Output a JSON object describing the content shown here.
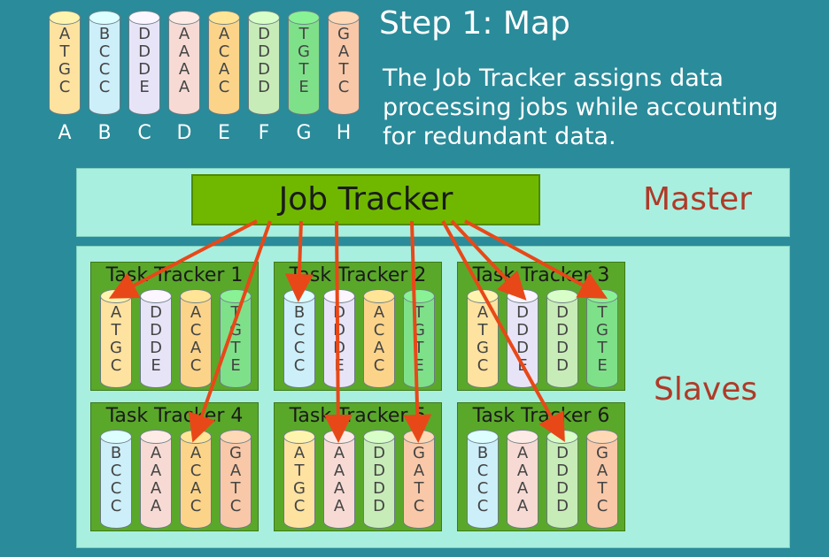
{
  "colors": {
    "background": "#2a8b9a",
    "panel": "#a8efe0",
    "tracker_green": "#70b800",
    "arrow": "#e84818",
    "label_red": "#b03a28"
  },
  "block_colors": {
    "A": "#fde2a0",
    "B": "#cdeffa",
    "C": "#e8e4f8",
    "D": "#f7dad4",
    "E": "#fbd48a",
    "F": "#c8ecb8",
    "G": "#7fe08a",
    "H": "#f8c8a8"
  },
  "title": "Step 1: Map",
  "description_lines": [
    "The Job Tracker assigns data",
    "processing jobs while accounting",
    "for redundant data."
  ],
  "blocks": [
    {
      "id": "A",
      "letters": [
        "A",
        "T",
        "G",
        "C"
      ]
    },
    {
      "id": "B",
      "letters": [
        "B",
        "C",
        "C",
        "C"
      ]
    },
    {
      "id": "C",
      "letters": [
        "D",
        "D",
        "D",
        "E"
      ]
    },
    {
      "id": "D",
      "letters": [
        "A",
        "A",
        "A",
        "A"
      ]
    },
    {
      "id": "E",
      "letters": [
        "A",
        "C",
        "A",
        "C"
      ]
    },
    {
      "id": "F",
      "letters": [
        "D",
        "D",
        "D",
        "D"
      ]
    },
    {
      "id": "G",
      "letters": [
        "T",
        "G",
        "T",
        "E"
      ]
    },
    {
      "id": "H",
      "letters": [
        "G",
        "A",
        "T",
        "C"
      ]
    }
  ],
  "job_tracker": "Job Tracker",
  "master_label": "Master",
  "slaves_label": "Slaves",
  "task_trackers": [
    {
      "name": "Task Tracker 1",
      "blocks": [
        "A",
        "C",
        "E",
        "G"
      ]
    },
    {
      "name": "Task Tracker 2",
      "blocks": [
        "B",
        "C",
        "E",
        "G"
      ]
    },
    {
      "name": "Task Tracker 3",
      "blocks": [
        "A",
        "C",
        "F",
        "G"
      ]
    },
    {
      "name": "Task Tracker 4",
      "blocks": [
        "B",
        "D",
        "E",
        "H"
      ]
    },
    {
      "name": "Task Tracker 5",
      "blocks": [
        "A",
        "D",
        "F",
        "H"
      ]
    },
    {
      "name": "Task Tracker 6",
      "blocks": [
        "B",
        "D",
        "F",
        "H"
      ]
    }
  ]
}
